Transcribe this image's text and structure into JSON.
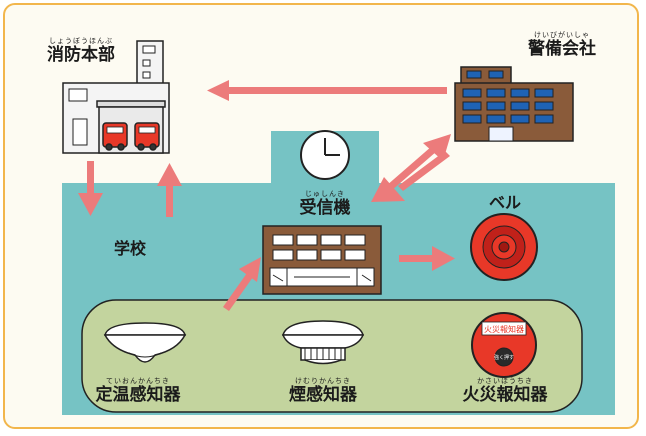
{
  "fire_department": {
    "label": "消防本部",
    "ruby": "しょうぼうほんぶ"
  },
  "security_company": {
    "label": "警備会社",
    "ruby": "けいびがいしゃ"
  },
  "school": {
    "label": "学校"
  },
  "receiver": {
    "label": "受信機",
    "ruby": "じゅしんき"
  },
  "bell": {
    "label": "ベル"
  },
  "detectors": [
    {
      "label": "定温感知器",
      "ruby": "ていおんかんちき"
    },
    {
      "label": "煙感知器",
      "ruby": "けむりかんちき"
    },
    {
      "label": "火災報知器",
      "ruby": "かさいほうちき",
      "panel_text": "火災報知器",
      "button_text": "強く押す"
    }
  ],
  "colors": {
    "arrow": "#ec7b7b",
    "school_area": "#76c3c4",
    "detector_area": "#c3d49e",
    "frame_border": "#f2b64c",
    "building_brown": "#8a5b3a",
    "window_blue": "#1f63b5",
    "bell_red": "#e83828"
  }
}
